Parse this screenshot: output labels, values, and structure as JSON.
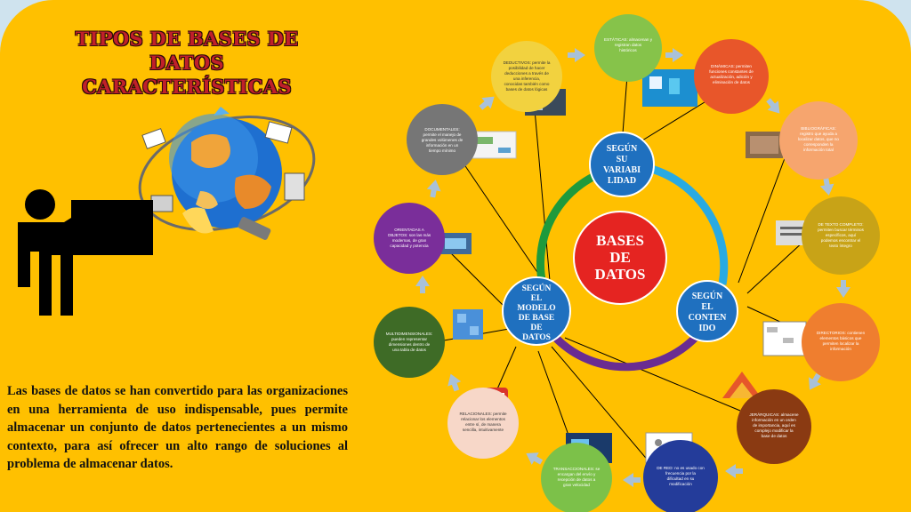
{
  "title": {
    "line1": "TIPOS DE BASES DE DATOS",
    "line2": "CARACTERÍSTICAS"
  },
  "description": "Las bases de datos se han convertido para las organizaciones en una herramienta de uso indispensable, pues permite almacenar un conjunto de datos pertenecientes a un mismo contexto, para así ofrecer un alto rango de soluciones al problema de almacenar datos.",
  "center": {
    "lines": [
      "BASES",
      "DE",
      "DATOS"
    ]
  },
  "hubs": {
    "variabilidad": {
      "lines": [
        "SEGÚN",
        "SU",
        "VARIABI",
        "LIDAD"
      ]
    },
    "contenido": {
      "lines": [
        "SEGÚN",
        "EL",
        "CONTEN",
        "IDO"
      ]
    },
    "modelo": {
      "lines": [
        "SEGÚN",
        "EL",
        "MODELO",
        "DE BASE",
        "DE",
        "DATOS"
      ]
    }
  },
  "nodes": {
    "estaticas": {
      "lines": [
        "ESTÁTICAS: almacenan y",
        "registran datos",
        "históricos"
      ]
    },
    "dinamicas": {
      "lines": [
        "DINÁMICAS: permiten",
        "funciones constantes de",
        "actualización, adición y",
        "eliminación de datos"
      ]
    },
    "bibliograficas": {
      "lines": [
        "BIBLIOGRÁFICAS:",
        "registro que ayuda a",
        "localizar datos, que no",
        "corresponden la",
        "información total"
      ]
    },
    "texto_completo": {
      "lines": [
        "DE TEXTO COMPLETO:",
        "permiten buscar términos",
        "específicos, aquí",
        "podemos encontrar el",
        "texto íntegro"
      ]
    },
    "directorios": {
      "lines": [
        "DIRECTORIOS: contienen",
        "elementos básicos que",
        "permiten localizar la",
        "información"
      ]
    },
    "jerarquicas": {
      "lines": [
        "JERÁRQUICAS: almacene",
        "información en un orden",
        "de importancia, aquí es",
        "complejo modificar la",
        "base de datos"
      ]
    },
    "de_red": {
      "lines": [
        "DE RED: no es usado con",
        "frecuencia por la",
        "dificultad en su",
        "modificación"
      ]
    },
    "transaccionales": {
      "lines": [
        "TRANSACCIONALES: se",
        "encargan del envío y",
        "recepción de datos a",
        "gran velocidad"
      ]
    },
    "relacionales": {
      "lines": [
        "RELACIONALES: permite",
        "relacionar los elementos",
        "entre sí, de manera",
        "sencilla, intuitivamente"
      ]
    },
    "multidimensionales": {
      "lines": [
        "MULTIDIMENSIONALES:",
        "pueden representar",
        "dimensiones dentro de",
        "una tabla de datos"
      ]
    },
    "orientadas_objetos": {
      "lines": [
        "ORIENTADAS A",
        "OBJETOS: son las más",
        "modernas, de gran",
        "capacidad y potencia"
      ]
    },
    "documentales": {
      "lines": [
        "DOCUMENTALES:",
        "permite el manejo de",
        "grandes volúmenes de",
        "información en un",
        "tiempo mínimo"
      ]
    },
    "deductivos": {
      "lines": [
        "DEDUCTIVOS: permite la",
        "posibilidad de hacer",
        "deducciones a través de",
        "una inferencia,",
        "conocidas también como",
        "bases de datos lógicas"
      ]
    }
  },
  "colors": {
    "background_panel": "#ffc000",
    "title_red": "#c0202a",
    "center_red": "#e52421",
    "hub_blue": "#1f70bf",
    "ring_green": "#1e9a3c",
    "ring_blue": "#29aae2",
    "ring_purple": "#6a2c91",
    "arrow_gray": "#a9c1d8"
  }
}
